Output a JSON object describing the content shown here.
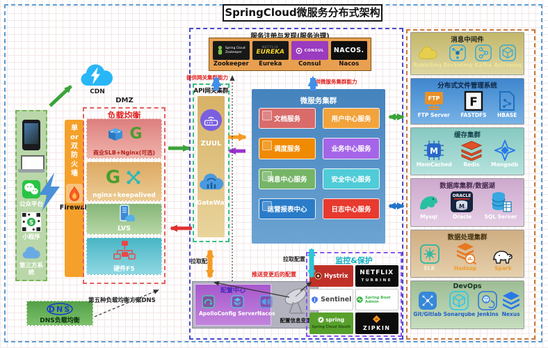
{
  "title": "SpringCloud微服务分布式架构",
  "left": {
    "clients": {
      "wechat_label": "公众平台",
      "miniapp_label": "小程序",
      "thirdparty_label": "第三方系统"
    },
    "cdn_label": "CDN",
    "dmz_label": "DMZ",
    "firewall_vertical": "单\nor\n双\n防\n火\n墙",
    "firewall_label": "Firewall",
    "load_balancer": {
      "title": "负载均衡",
      "slb_label": "商业SLB+Nginx(可选)",
      "nginx_label": "nginx+keepalived",
      "lvs_label": "LVS",
      "f5_label": "硬件F5"
    },
    "dns": {
      "logo": "DNS",
      "label": "DNS负载均衡",
      "note": "第五种负载均衡方案DNS"
    }
  },
  "middle": {
    "registry": {
      "title": "服务注册与发现(服务治理)",
      "zookeeper": {
        "logo": "Spring Cloud\nZookeeper",
        "label": "Zookeeper"
      },
      "eureka": {
        "logo_top": "NETFLIX",
        "logo": "EUREKA",
        "label": "Eureka"
      },
      "consul": {
        "logo": "CONSUL",
        "label": "Consul"
      },
      "nacos": {
        "logo": "NACOS.",
        "label": "Nacos"
      }
    },
    "gateway": {
      "title": "API网关集群",
      "zuul_label": "ZUUL",
      "gateway_label": "GateWay"
    },
    "microservices": {
      "title": "微服务集群",
      "services": [
        "文档服务",
        "用户中心服务",
        "调度服务",
        "业务中心服务",
        "消息中心服务",
        "安全中心服务",
        "运营报表中心",
        "日志中心服务"
      ]
    },
    "config_center": {
      "title": "配置中心",
      "apollo_label": "Apollo",
      "config_server_label": "Config Server",
      "nacos_label": "Nacos",
      "change_label": "配置信息变更"
    },
    "monitoring": {
      "title": "监控&保护",
      "hystrix_label": "Hystrix",
      "turbine_logo": "NETFLIX",
      "turbine_sub": "TURBINE",
      "sentinel_label": "Sentinel",
      "admin_label": "Spring Boot Admin",
      "sleuth_logo": "spring",
      "sleuth_sub": "Spring Cloud Sleuth",
      "zipkin_label": "ZIPKIN"
    },
    "annotations": {
      "gateway_capability": "提供网关集群能力",
      "microservice_capability": "提供微服务集群能力",
      "pull_config_left": "拉取配置",
      "pull_config_right": "拉取配置",
      "push_config": "推送变更后的配置"
    }
  },
  "right": {
    "sections": [
      {
        "title": "消息中间件",
        "items": [
          "Rabbitmq",
          "Rocketmq",
          "Kafka",
          "Activemq"
        ]
      },
      {
        "title": "分布式文件管理系统",
        "items": [
          "FTP Server",
          "FASTDFS",
          "HBASE"
        ]
      },
      {
        "title": "缓存集群",
        "items": [
          "MemCached",
          "Redis",
          "Mongodb"
        ]
      },
      {
        "title": "数据库集群/数据湖",
        "items": [
          "Mysql",
          "Oracle",
          "SQL Server"
        ]
      },
      {
        "title": "数据处理集群",
        "items": [
          "ELK",
          "Hadoop",
          "Spark"
        ]
      },
      {
        "title": "DevOps",
        "items": [
          "Git/Gitlab",
          "Sonarqube",
          "Jenkins",
          "Nexus"
        ]
      }
    ]
  }
}
